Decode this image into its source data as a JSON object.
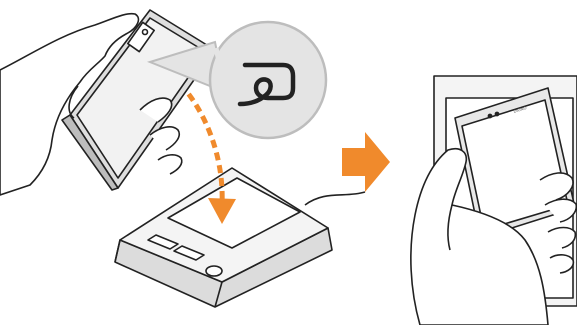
{
  "illustration": {
    "panels": [
      {
        "id": "tap-phone-to-reader"
      },
      {
        "id": "phone-placed-on-reader"
      }
    ],
    "callout_icon": "felica-mark-icon",
    "arrow_icon": "right-arrow-icon",
    "phone_brand_text": "DIGNO",
    "colors": {
      "accent": "#f08a2c",
      "outline": "#222222",
      "callout_fill": "#e4e4e4",
      "gray_fill": "#bdbdbd",
      "light_fill": "#f2f2f2"
    }
  }
}
